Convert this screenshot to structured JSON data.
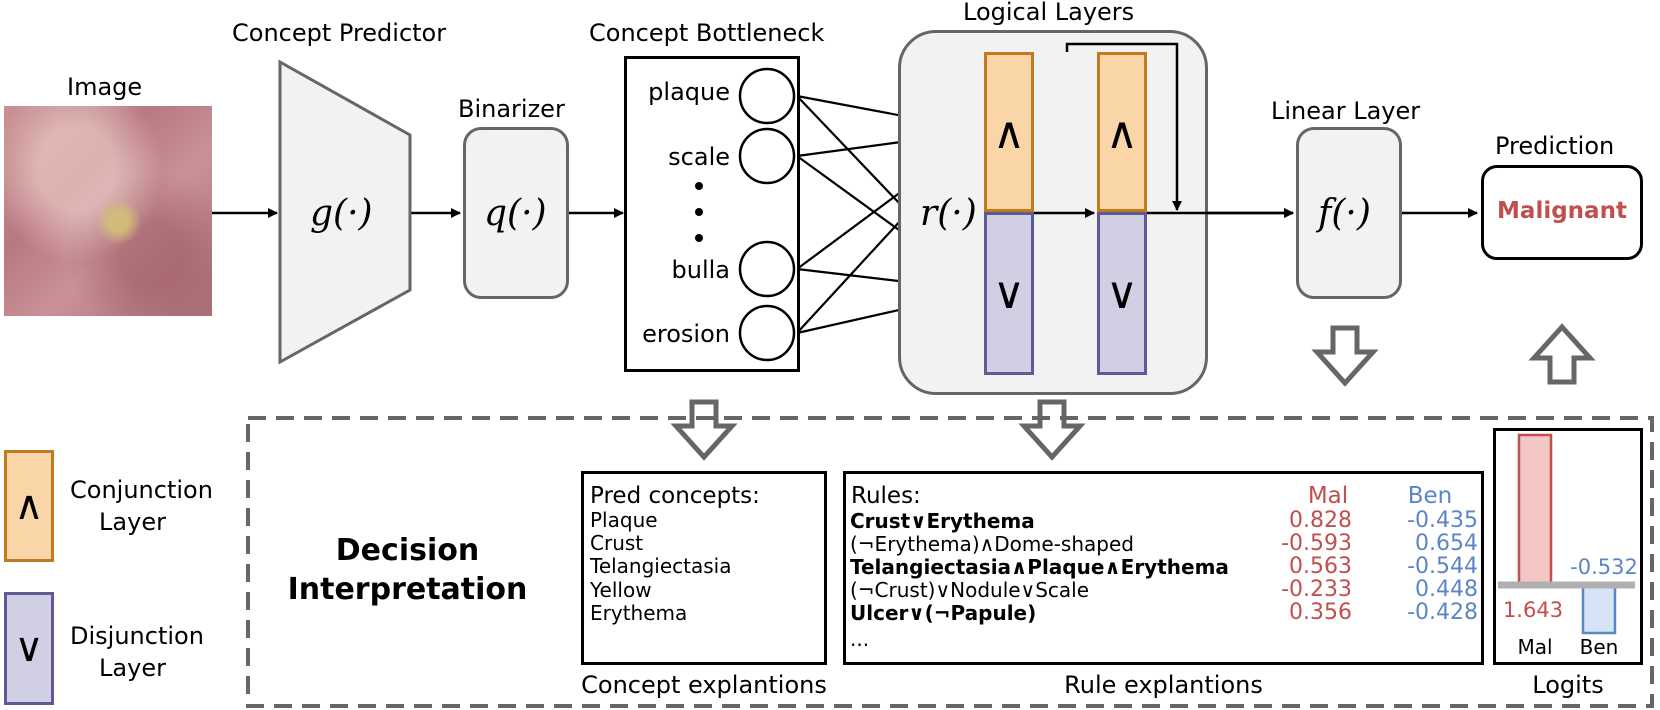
{
  "image_label": "Image",
  "concept_predictor": {
    "title": "Concept Predictor",
    "func": "g(·)"
  },
  "binarizer": {
    "title": "Binarizer",
    "func": "q(·)"
  },
  "concept_bottleneck": {
    "title": "Concept Bottleneck",
    "items": [
      "plaque",
      "scale",
      "bulla",
      "erosion"
    ]
  },
  "logical_layers": {
    "title": "Logical Layers",
    "func": "r(·)",
    "and_symbol": "∧",
    "or_symbol": "∨"
  },
  "linear_layer": {
    "title": "Linear Layer",
    "func": "f(·)"
  },
  "prediction": {
    "title": "Prediction",
    "value": "Malignant"
  },
  "legend": {
    "conjunction": {
      "symbol": "∧",
      "line1": "Conjunction",
      "line2": "Layer"
    },
    "disjunction": {
      "symbol": "∨",
      "line1": "Disjunction",
      "line2": "Layer"
    }
  },
  "decision": {
    "line1": "Decision",
    "line2": "Interpretation"
  },
  "concept_explanations": {
    "header": "Pred concepts:",
    "items": [
      "Plaque",
      "Crust",
      "Telangiectasia",
      "Yellow",
      "Erythema"
    ],
    "caption": "Concept explantions"
  },
  "rule_explanations": {
    "header": "Rules:",
    "col_mal": "Mal",
    "col_ben": "Ben",
    "rules": [
      {
        "text": "Crust∨Erythema",
        "mal": "0.828",
        "ben": "-0.435"
      },
      {
        "text": "(¬Erythema)∧Dome-shaped",
        "mal": "-0.593",
        "ben": "0.654"
      },
      {
        "text": "Telangiectasia∧Plaque∧Erythema",
        "mal": "0.563",
        "ben": "-0.544"
      },
      {
        "text": "(¬Crust)∨Nodule∨Scale",
        "mal": "-0.233",
        "ben": "0.448"
      },
      {
        "text": "Ulcer∨(¬Papule)",
        "mal": "0.356",
        "ben": "-0.428"
      }
    ],
    "more": "...",
    "caption": "Rule explantions"
  },
  "logits": {
    "caption": "Logits",
    "mal_label": "Mal",
    "ben_label": "Ben",
    "mal_value": "1.643",
    "ben_value": "-0.532",
    "colors": {
      "mal": "#c0504d",
      "ben": "#5b86c5"
    }
  },
  "colors": {
    "conjunction_fill": "#f9d5a8",
    "conjunction_border": "#c07a1f",
    "disjunction_fill": "#d0cfe4",
    "disjunction_border": "#5e5a96",
    "prediction_text": "#c0504d"
  }
}
